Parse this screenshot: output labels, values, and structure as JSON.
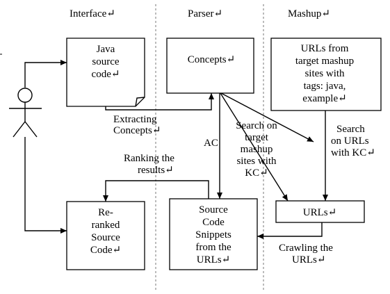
{
  "lanes": {
    "interface": "Interface↵",
    "parser": "Parser↵",
    "mashup": "Mashup↵"
  },
  "boxes": {
    "java_source": [
      "Java",
      "source",
      "code↵"
    ],
    "concepts": [
      "Concepts↵"
    ],
    "urls_target": [
      "URLs from",
      "target mashup",
      "sites with",
      "tags: java,",
      "example↵"
    ],
    "reranked": [
      "Re-",
      "ranked",
      "Source",
      "Code↵"
    ],
    "snippets": [
      "Source",
      "Code",
      "Snippets",
      "from the",
      "URLs↵"
    ],
    "urls": [
      "URLs↵"
    ]
  },
  "labels": {
    "extracting": [
      "Extracting",
      "Concepts↵"
    ],
    "ranking": [
      "Ranking the",
      "results↵"
    ],
    "ac": "AC",
    "search_target": [
      "Search on",
      "target",
      "mashup",
      "sites with",
      "KC↵"
    ],
    "search_urls": [
      "Search",
      "on URLs",
      "with KC↵"
    ],
    "crawling": [
      "Crawling the",
      "URLs↵"
    ]
  }
}
